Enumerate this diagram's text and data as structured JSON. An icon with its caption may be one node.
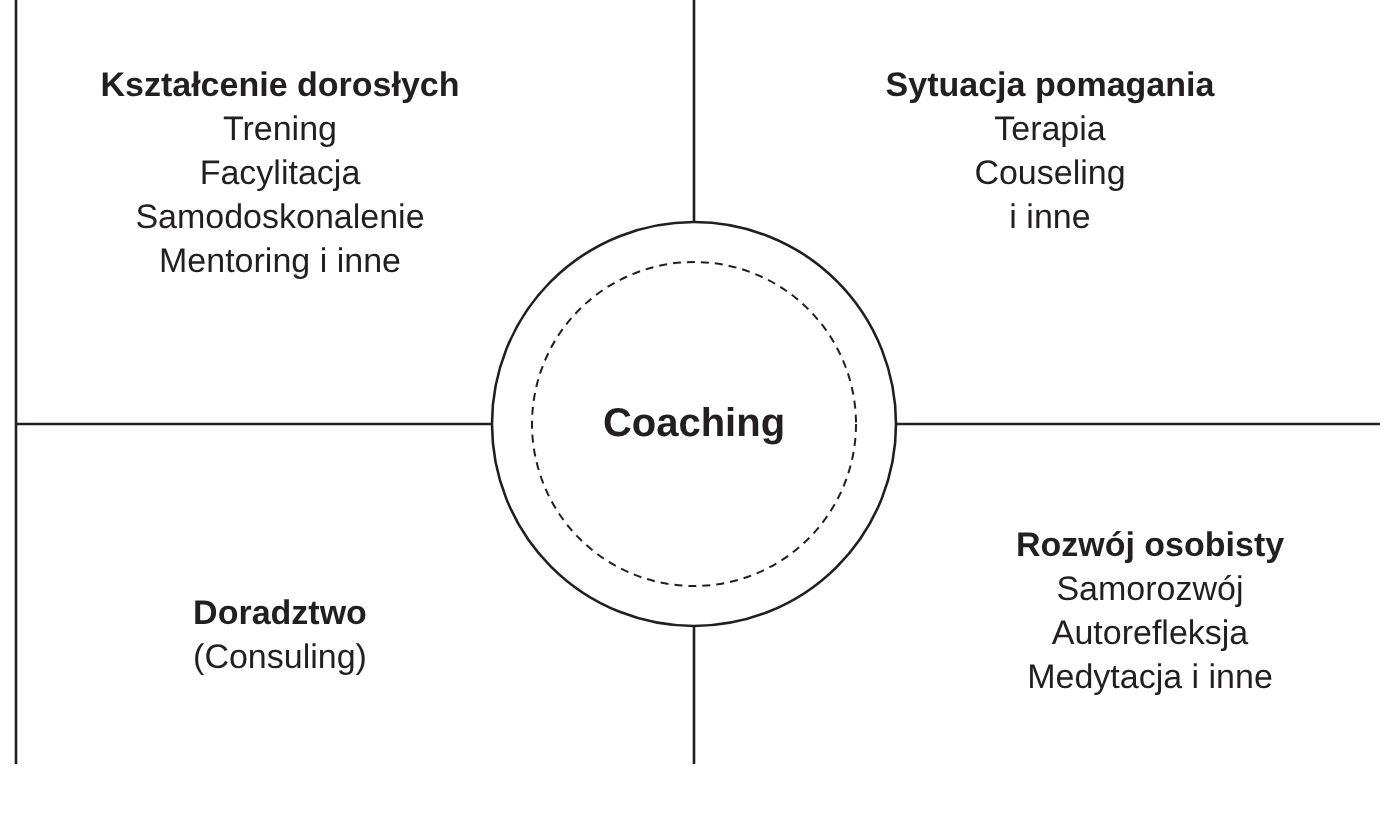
{
  "diagram": {
    "nodes": [
      {
        "text": [
          "Kształcenie dorosłych",
          "Trening",
          "Facylitacja",
          "Samodoskonalenie",
          "Mentoring i inne"
        ]
      },
      {
        "text": [
          "Sytuacja pomagania",
          "Terapia",
          "Couseling",
          "i inne"
        ]
      },
      {
        "text": [
          "Coaching"
        ]
      },
      {
        "text": [
          "Doradztwo",
          "(Consuling)"
        ]
      },
      {
        "text": [
          "Rozwój osobisty",
          "Samorozwój",
          "Autorefleksja",
          "Medytacja i inne"
        ]
      }
    ],
    "edges": []
  }
}
